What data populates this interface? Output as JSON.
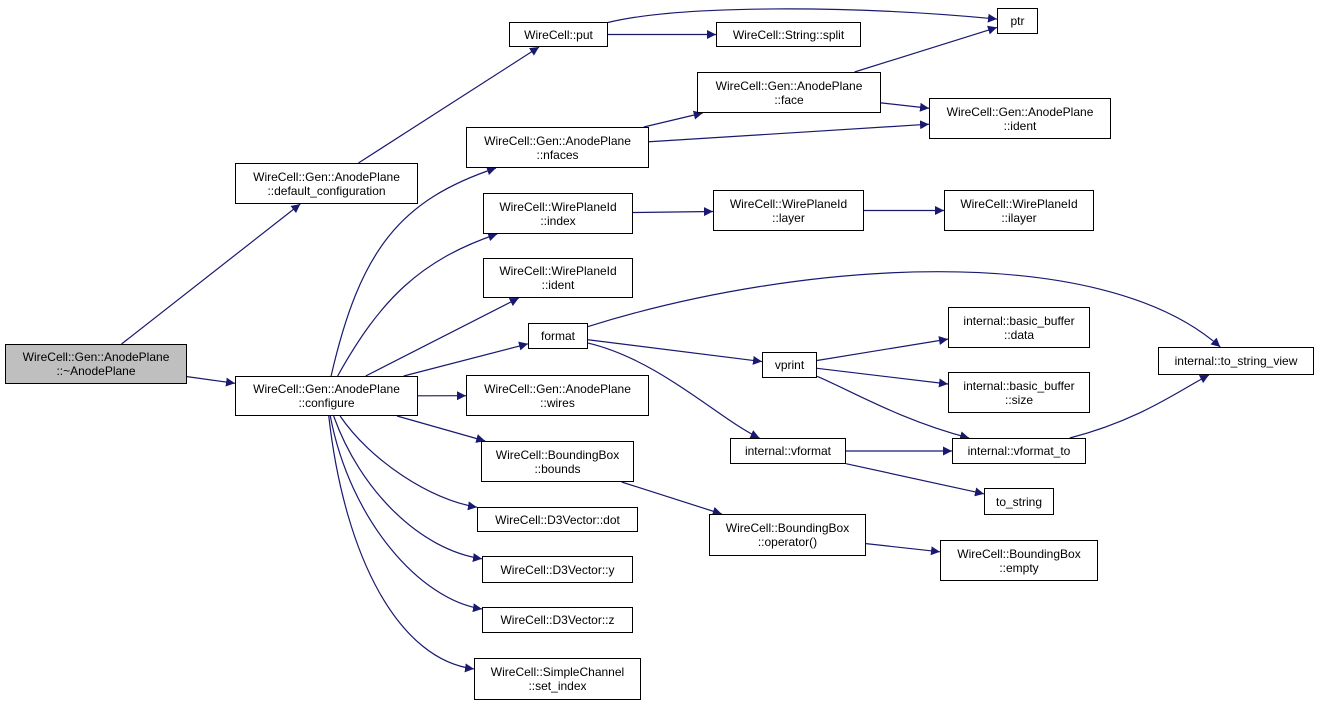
{
  "colors": {
    "edge": "#191970",
    "root_fill": "#bfbfbf",
    "node_fill": "#ffffff",
    "border": "#000000"
  },
  "nodes": [
    {
      "id": "root",
      "lines": [
        "WireCell::Gen::AnodePlane",
        "::~AnodePlane"
      ],
      "root": true
    },
    {
      "id": "defcfg",
      "lines": [
        "WireCell::Gen::AnodePlane",
        "::default_configuration"
      ]
    },
    {
      "id": "configure",
      "lines": [
        "WireCell::Gen::AnodePlane",
        "::configure"
      ]
    },
    {
      "id": "put",
      "lines": [
        "WireCell::put"
      ]
    },
    {
      "id": "split",
      "lines": [
        "WireCell::String::split"
      ]
    },
    {
      "id": "ptr",
      "lines": [
        "ptr"
      ]
    },
    {
      "id": "nfaces",
      "lines": [
        "WireCell::Gen::AnodePlane",
        "::nfaces"
      ]
    },
    {
      "id": "face",
      "lines": [
        "WireCell::Gen::AnodePlane",
        "::face"
      ]
    },
    {
      "id": "apident",
      "lines": [
        "WireCell::Gen::AnodePlane",
        "::ident"
      ]
    },
    {
      "id": "wpindex",
      "lines": [
        "WireCell::WirePlaneId",
        "::index"
      ]
    },
    {
      "id": "wplayer",
      "lines": [
        "WireCell::WirePlaneId",
        "::layer"
      ]
    },
    {
      "id": "wpilayer",
      "lines": [
        "WireCell::WirePlaneId",
        "::ilayer"
      ]
    },
    {
      "id": "wpident",
      "lines": [
        "WireCell::WirePlaneId",
        "::ident"
      ]
    },
    {
      "id": "format",
      "lines": [
        "format"
      ]
    },
    {
      "id": "vprint",
      "lines": [
        "vprint"
      ]
    },
    {
      "id": "bbdata",
      "lines": [
        "internal::basic_buffer",
        "::data"
      ]
    },
    {
      "id": "bbsize",
      "lines": [
        "internal::basic_buffer",
        "::size"
      ]
    },
    {
      "id": "tsv",
      "lines": [
        "internal::to_string_view"
      ]
    },
    {
      "id": "wires",
      "lines": [
        "WireCell::Gen::AnodePlane",
        "::wires"
      ]
    },
    {
      "id": "bounds",
      "lines": [
        "WireCell::BoundingBox",
        "::bounds"
      ]
    },
    {
      "id": "vformat",
      "lines": [
        "internal::vformat"
      ]
    },
    {
      "id": "vformatto",
      "lines": [
        "internal::vformat_to"
      ]
    },
    {
      "id": "tostring",
      "lines": [
        "to_string"
      ]
    },
    {
      "id": "dot",
      "lines": [
        "WireCell::D3Vector::dot"
      ]
    },
    {
      "id": "bbop",
      "lines": [
        "WireCell::BoundingBox",
        "::operator()"
      ]
    },
    {
      "id": "bbempty",
      "lines": [
        "WireCell::BoundingBox",
        "::empty"
      ]
    },
    {
      "id": "vy",
      "lines": [
        "WireCell::D3Vector::y"
      ]
    },
    {
      "id": "vz",
      "lines": [
        "WireCell::D3Vector::z"
      ]
    },
    {
      "id": "setindex",
      "lines": [
        "WireCell::SimpleChannel",
        "::set_index"
      ]
    }
  ],
  "edges": [
    [
      "root",
      "defcfg"
    ],
    [
      "root",
      "configure"
    ],
    [
      "defcfg",
      "put"
    ],
    [
      "put",
      "split"
    ],
    [
      "put",
      "ptr"
    ],
    [
      "configure",
      "nfaces"
    ],
    [
      "nfaces",
      "face"
    ],
    [
      "nfaces",
      "apident"
    ],
    [
      "face",
      "ptr"
    ],
    [
      "face",
      "apident"
    ],
    [
      "configure",
      "wpindex"
    ],
    [
      "wpindex",
      "wplayer"
    ],
    [
      "wplayer",
      "wpilayer"
    ],
    [
      "configure",
      "wpident"
    ],
    [
      "configure",
      "format"
    ],
    [
      "format",
      "tsv"
    ],
    [
      "format",
      "vprint"
    ],
    [
      "format",
      "vformat"
    ],
    [
      "vprint",
      "bbdata"
    ],
    [
      "vprint",
      "bbsize"
    ],
    [
      "vprint",
      "vformatto"
    ],
    [
      "vformat",
      "vformatto"
    ],
    [
      "vformat",
      "tostring"
    ],
    [
      "vformatto",
      "tsv"
    ],
    [
      "configure",
      "wires"
    ],
    [
      "configure",
      "bounds"
    ],
    [
      "bounds",
      "bbop"
    ],
    [
      "bbop",
      "bbempty"
    ],
    [
      "configure",
      "dot"
    ],
    [
      "configure",
      "vy"
    ],
    [
      "configure",
      "vz"
    ],
    [
      "configure",
      "setindex"
    ]
  ]
}
